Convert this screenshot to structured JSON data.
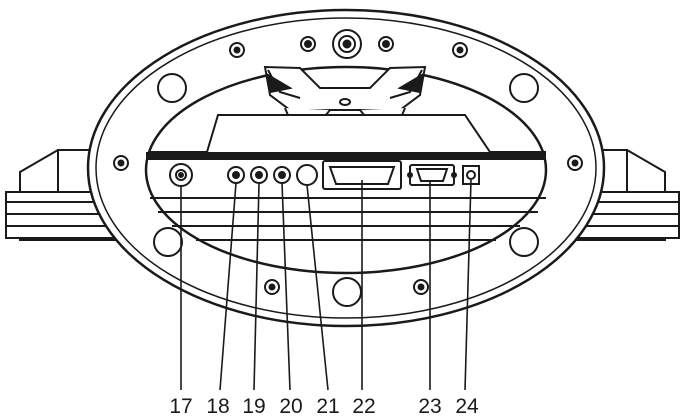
{
  "diagram": {
    "callouts": [
      {
        "id": "17",
        "label": "17"
      },
      {
        "id": "18",
        "label": "18"
      },
      {
        "id": "19",
        "label": "19"
      },
      {
        "id": "20",
        "label": "20"
      },
      {
        "id": "21",
        "label": "21"
      },
      {
        "id": "22",
        "label": "22"
      },
      {
        "id": "23",
        "label": "23"
      },
      {
        "id": "24",
        "label": "24"
      }
    ]
  }
}
